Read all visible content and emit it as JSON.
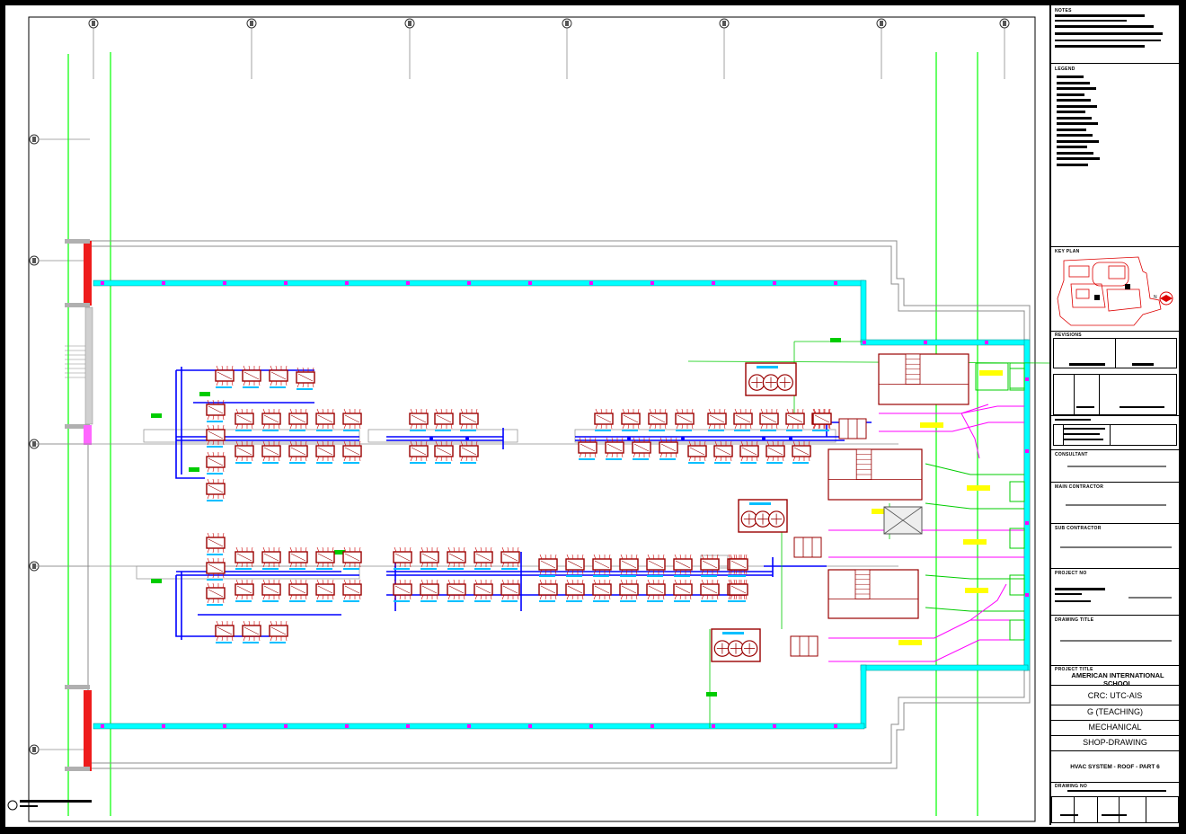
{
  "title_block": {
    "project_title_label": "PROJECT TITLE",
    "project_title": "AMERICAN INTERNATIONAL SCHOOL",
    "project_code": "CRC: UTC-AIS",
    "building": "G (TEACHING)",
    "discipline": "MECHANICAL",
    "stage": "SHOP-DRAWING",
    "drawing_title": "HVAC SYSTEM - ROOF - PART 6",
    "compass_north": "N",
    "key_plan_label": "KEY PLAN",
    "notes_label": "NOTES",
    "legend_label": "LEGEND",
    "revision_label": "REVISIONS",
    "consultant_label": "CONSULTANT",
    "contractor_label": "MAIN CONTRACTOR",
    "sub_contractor_label": "SUB CONTRACTOR",
    "project_no_label": "PROJECT NO",
    "drawing_title_label": "DRAWING TITLE",
    "drawing_no_label": "DRAWING NO"
  },
  "colors": {
    "background": "#000000",
    "paper": "#ffffff",
    "duct_cyan": "#00ffff",
    "grid_green": "#00ff00",
    "pipe_blue": "#0000ff",
    "unit_red": "#990000",
    "duct_magenta": "#ff00ff",
    "duct_yellow": "#ffff00",
    "wall_grey": "#8c8c8c"
  },
  "icons": [
    "compass-icon",
    "fan-icon",
    "section-marker-icon"
  ]
}
